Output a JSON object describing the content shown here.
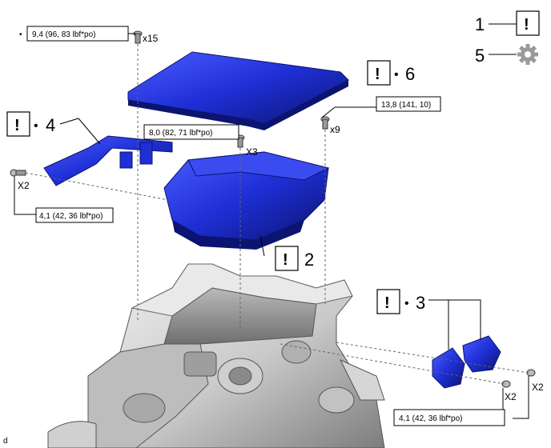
{
  "legend": {
    "item1_number": "1",
    "item5_number": "5",
    "caution_symbol": "!",
    "gear_icon": "gear-icon"
  },
  "callouts": {
    "part6": {
      "caution": "!",
      "bullet": "•",
      "number": "6"
    },
    "part4": {
      "caution": "!",
      "bullet": "•",
      "number": "4"
    },
    "part2": {
      "caution": "!",
      "number": "2"
    },
    "part3": {
      "caution": "!",
      "bullet": "•",
      "number": "3"
    }
  },
  "torque": {
    "top_left": {
      "bullet": "•",
      "value": "9,4 (96, 83 lbf*po)",
      "count": "x15"
    },
    "right_top": {
      "value": "13,8 (141, 10)",
      "count": "x9"
    },
    "center": {
      "value": "8,0 (82, 71 lbf*po)",
      "count": "X3"
    },
    "left": {
      "value": "4,1 (42, 36 lbf*po)",
      "count": "X2"
    },
    "bottom_right": {
      "value": "4,1 (42, 36 lbf*po)",
      "count_a": "X2",
      "count_b": "X2"
    }
  },
  "corner_mark": "d",
  "colors": {
    "part_blue": "#1f2fd6",
    "part_dark": "#0b1470",
    "housing_light": "#d9d9d9",
    "housing_dark": "#8c8c8c",
    "gear_gray": "#9a9a9a"
  }
}
